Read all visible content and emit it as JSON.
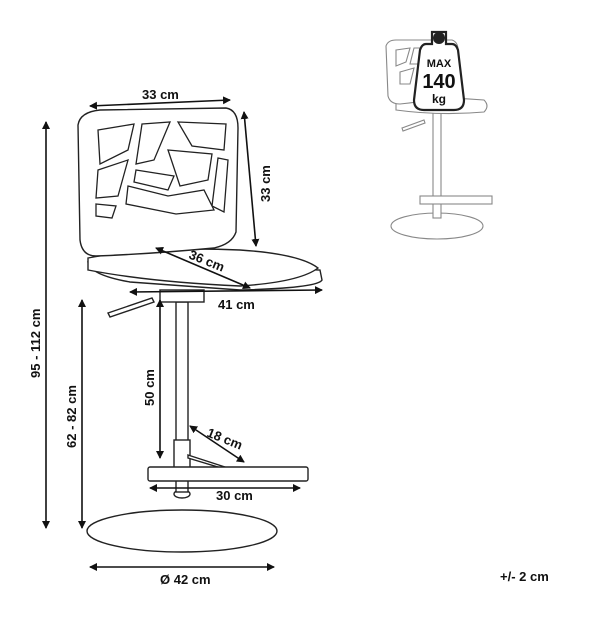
{
  "dimensions": {
    "seat_width": "33 cm",
    "back_height": "33 cm",
    "seat_depth": "36 cm",
    "seat_length": "41 cm",
    "total_height": "95 - 112 cm",
    "seat_height": "62 - 82 cm",
    "column_height": "50 cm",
    "footrest_depth": "18 cm",
    "footrest_width": "30 cm",
    "base_diameter": "Ø 42  cm"
  },
  "tolerance": "+/- 2 cm",
  "max_load": {
    "line1": "MAX",
    "line2": "140",
    "line3": "kg"
  }
}
